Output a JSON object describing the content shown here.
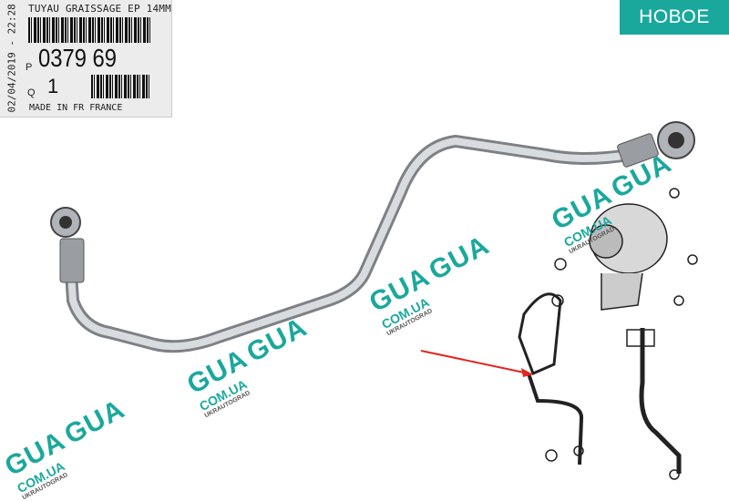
{
  "label": {
    "title": "TUYAU GRAISSAGE EP 14MM",
    "date": "02/04/2019 - 22:28",
    "p_prefix": "P",
    "part_number": "0379 69",
    "q_prefix": "Q",
    "quantity": "1",
    "origin": "MADE IN FR FRANCE"
  },
  "badge": {
    "label": "НОВОЕ",
    "color": "#1aa89c"
  },
  "watermark": {
    "brand": "GUA",
    "site": "COM.UA",
    "name": "UKRAUTOGRAD"
  }
}
